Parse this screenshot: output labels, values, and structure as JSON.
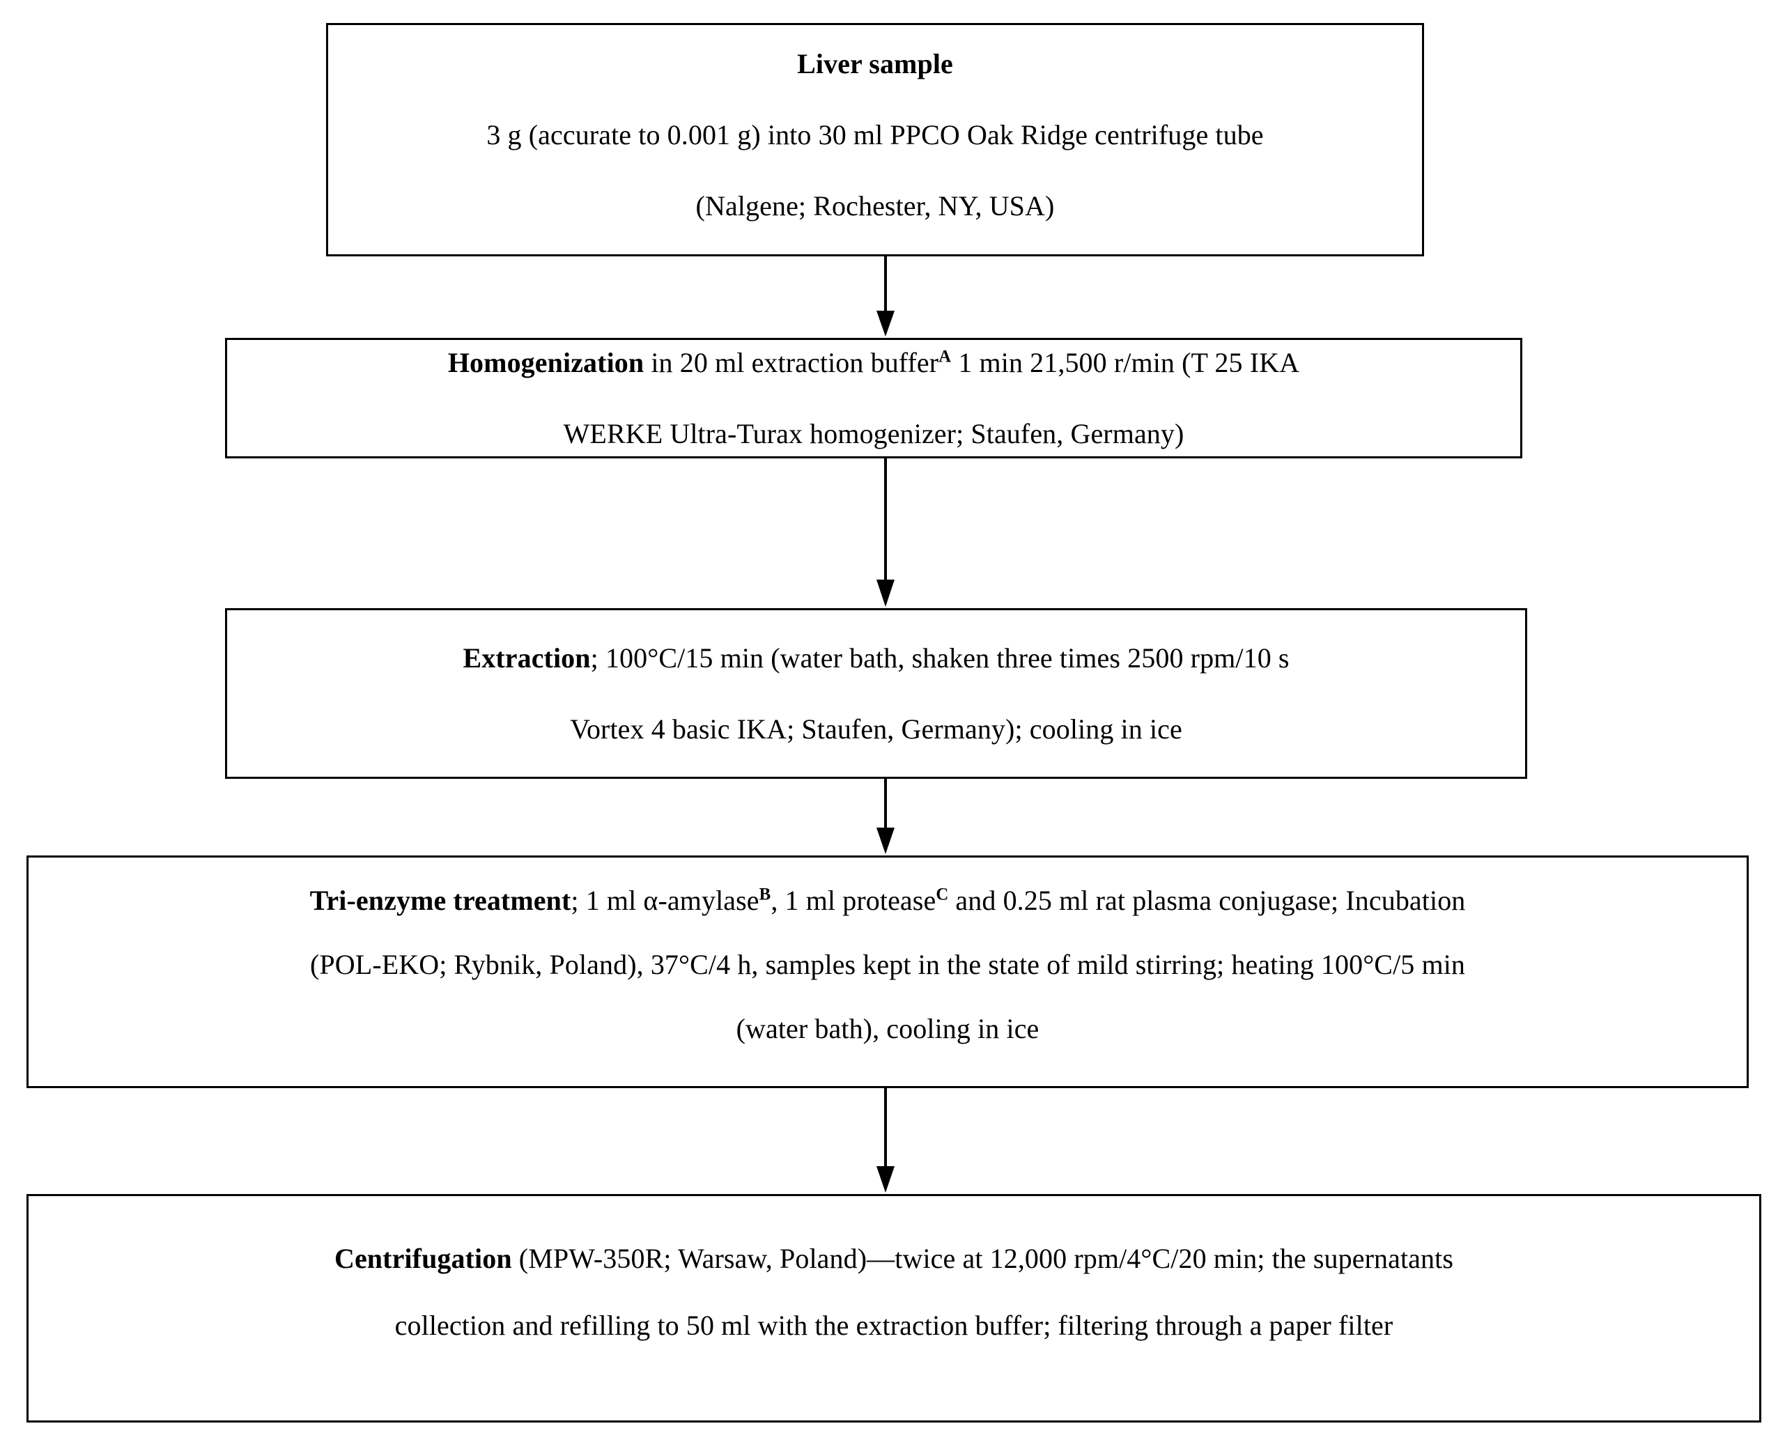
{
  "figure": {
    "title": "Liver sample folate extraction procedure flowchart",
    "orientation": "vertical-top-down",
    "text_color": "#000000",
    "background_color": "#FFFFFF",
    "box_border_color": "#000000",
    "arrow_color": "#000000"
  },
  "nodes": [
    {
      "id": "liver-sample",
      "lead": "Liver sample",
      "lines": [
        "Liver sample",
        "3 g (accurate to 0.001 g) into 30 ml PPCO Oak Ridge centrifuge tube",
        "(Nalgene; Rochester, NY, USA)"
      ]
    },
    {
      "id": "homogenization",
      "lead": "Homogenization",
      "lines": [
        " in 20 ml extraction buffer",
        "A",
        " 1 min 21,500 r/min (T 25 IKA",
        "WERKE Ultra-Turax homogenizer; Staufen, Germany)"
      ]
    },
    {
      "id": "extraction",
      "lead": "Extraction",
      "lines": [
        "; 100°C/15 min (water bath, shaken three times 2500 rpm/10 s",
        "Vortex 4 basic IKA; Staufen, Germany); cooling in ice"
      ]
    },
    {
      "id": "tri-enzyme",
      "lead": "Tri-enzyme treatment",
      "lines": [
        "; 1 ml α-amylase",
        "B",
        ", 1 ml protease",
        "C",
        " and 0.25 ml rat plasma conjugase; Incubation",
        "(POL-EKO; Rybnik, Poland), 37°C/4 h, samples kept in the state of mild stirring; heating 100°C/5 min",
        "(water bath), cooling in ice"
      ]
    },
    {
      "id": "centrifugation",
      "lead": "Centrifugation",
      "lines": [
        " (MPW-350R; Warsaw, Poland)—twice at 12,000 rpm/4°C/20 min; the supernatants",
        "collection and refilling to 50 ml with the extraction buffer; filtering through a paper filter"
      ]
    }
  ],
  "box1": {
    "line1": "Liver sample",
    "line2": "3 g (accurate to 0.001 g) into 30 ml PPCO Oak Ridge centrifuge tube",
    "line3": "(Nalgene; Rochester, NY, USA)"
  },
  "box2": {
    "lead": "Homogenization",
    "line1a": " in 20 ml extraction buffer",
    "sup_a": "A",
    "line1b": " 1 min 21,500 r/min (T 25 IKA",
    "line2": "WERKE Ultra-Turax homogenizer; Staufen, Germany)"
  },
  "box3": {
    "lead": "Extraction",
    "line1": "; 100°C/15 min (water bath, shaken three times 2500 rpm/10 s",
    "line2": "Vortex 4 basic IKA; Staufen, Germany); cooling in ice"
  },
  "box4": {
    "lead": "Tri-enzyme treatment",
    "line1a": "; 1 ml α-amylase",
    "sup_b": "B",
    "line1b": ", 1 ml protease",
    "sup_c": "C",
    "line1c": " and 0.25 ml rat plasma conjugase; Incubation",
    "line2": "(POL-EKO; Rybnik, Poland), 37°C/4 h, samples kept in the state of mild stirring; heating 100°C/5 min",
    "line3": "(water bath), cooling in ice"
  },
  "box5": {
    "lead": "Centrifugation",
    "line1": " (MPW-350R; Warsaw, Poland)—twice at 12,000 rpm/4°C/20 min; the supernatants",
    "line2": "collection and refilling to 50 ml with the extraction buffer; filtering through a paper filter"
  },
  "arrows": [
    {
      "id": "arrow-1",
      "from": "liver-sample",
      "to": "homogenization"
    },
    {
      "id": "arrow-2",
      "from": "homogenization",
      "to": "extraction"
    },
    {
      "id": "arrow-3",
      "from": "extraction",
      "to": "tri-enzyme"
    },
    {
      "id": "arrow-4",
      "from": "tri-enzyme",
      "to": "centrifugation"
    }
  ]
}
